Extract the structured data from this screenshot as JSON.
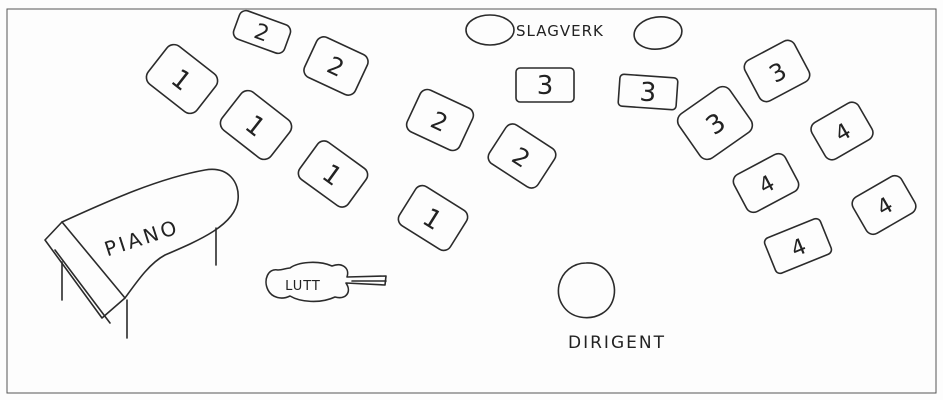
{
  "labels": {
    "percussion": "SLAGVERK",
    "piano": "PIANO",
    "bass": "LUTT",
    "conductor": "DIRIGENT"
  },
  "chairs": [
    {
      "label": "2"
    },
    {
      "label": "2"
    },
    {
      "label": "1"
    },
    {
      "label": "1"
    },
    {
      "label": "1"
    },
    {
      "label": "1"
    },
    {
      "label": "2"
    },
    {
      "label": "2"
    },
    {
      "label": "3"
    },
    {
      "label": "3"
    },
    {
      "label": "3"
    },
    {
      "label": "3"
    },
    {
      "label": "4"
    },
    {
      "label": "4"
    },
    {
      "label": "4"
    },
    {
      "label": "4"
    }
  ],
  "colors": {
    "ink": "#2b2b2b",
    "paper": "#fdfdfd"
  }
}
